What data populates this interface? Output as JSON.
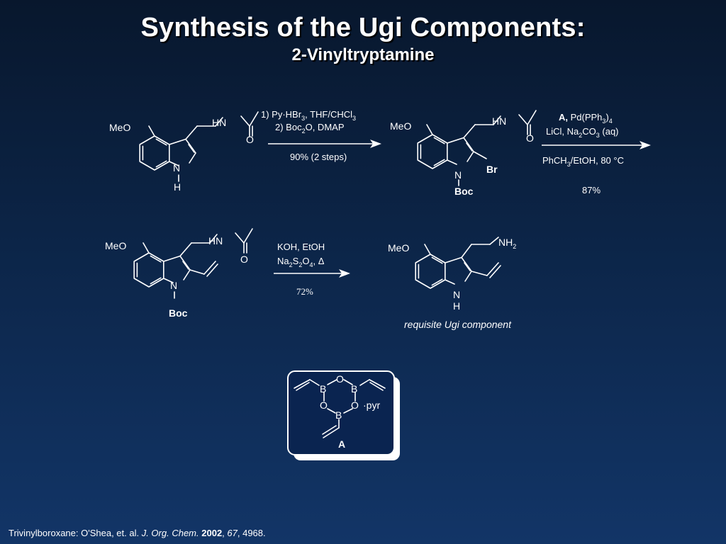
{
  "slide": {
    "title": "Synthesis of the Ugi Components:",
    "subtitle": "2-Vinyltryptamine"
  },
  "molecules": {
    "common": {
      "meo": "MeO",
      "n": "N",
      "h": "H",
      "hn": "HN",
      "o": "O"
    },
    "bromo": {
      "br": "Br",
      "boc": "Boc"
    },
    "vinyl": {
      "boc": "Boc"
    },
    "product": {
      "nh2_main": "NH",
      "nh2_sub": "2",
      "caption": "requisite Ugi component"
    },
    "reagent_a": {
      "b": "B",
      "o": "O",
      "pyr": "·pyr",
      "label": "A"
    }
  },
  "step1": {
    "line1_main": "1) Py·HBr",
    "line1_sub": "3",
    "line1_tail": ", THF/CHCl",
    "line1_sub2": "3",
    "line2_main": "2) Boc",
    "line2_sub": "2",
    "line2_tail": "O, DMAP",
    "yield": "90% (2 steps)"
  },
  "step2": {
    "line1_bold": "A,",
    "line1_main": " Pd(PPh",
    "line1_sub": "3",
    "line1_tail": ")",
    "line1_sub2": "4",
    "line2_main": "LiCl, Na",
    "line2_sub": "2",
    "line2_mid": "CO",
    "line2_sub2": "3",
    "line2_tail": " (aq)",
    "line3_main": "PhCH",
    "line3_sub": "3",
    "line3_tail": "/EtOH, 80 °C",
    "yield": "87%"
  },
  "step3": {
    "line1": "KOH, EtOH",
    "line2_main": "Na",
    "line2_sub": "2",
    "line2_mid": "S",
    "line2_sub2": "2",
    "line2_mid2": "O",
    "line2_sub3": "4",
    "line2_tail": ", Δ",
    "yield": "72%"
  },
  "citation": {
    "prefix": "Trivinylboroxane: O'Shea, et. al. ",
    "journal": "J. Org. Chem.",
    "year": "2002",
    "volume": "67",
    "pages": ", 4968."
  }
}
